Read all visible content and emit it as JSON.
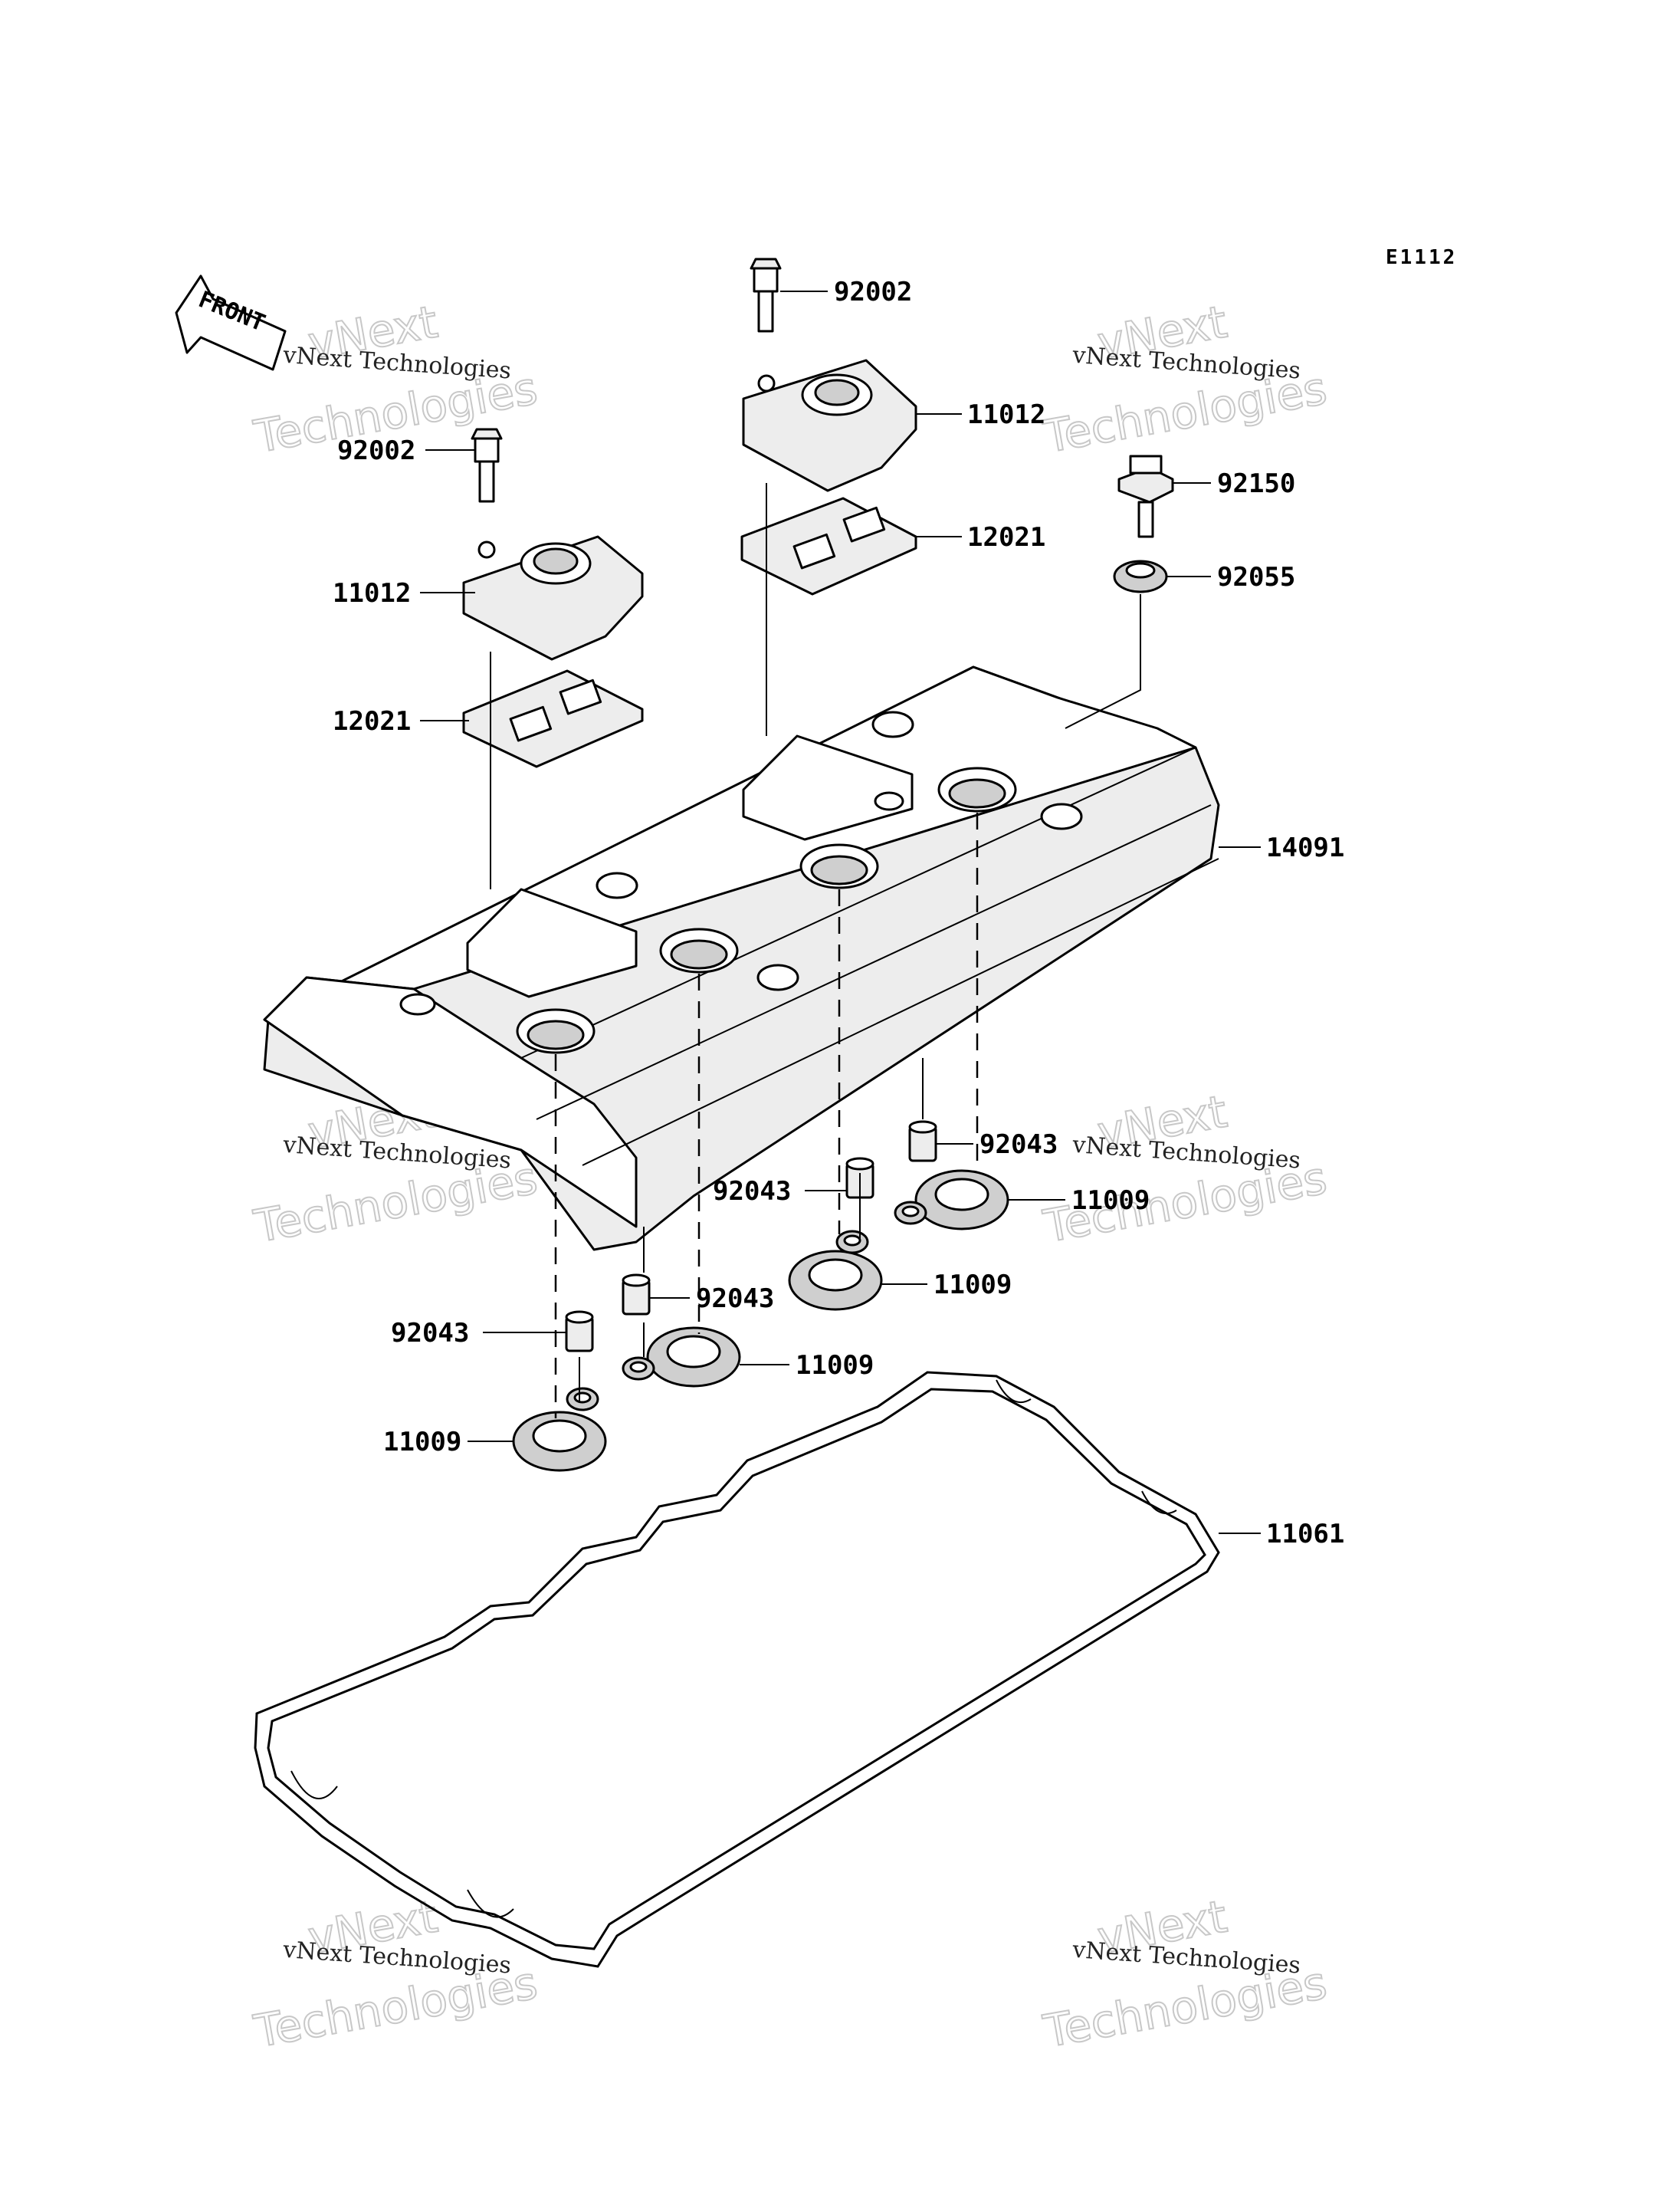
{
  "diagram_code": "E1112",
  "front_label": "FRONT",
  "watermark": {
    "line1": "vNext Technologies",
    "line2": "vNext",
    "line3": "Technologies"
  },
  "labels": {
    "bolt_top": "92002",
    "breather_cover_top": "11012",
    "plate_top": "12021",
    "bolt_cap": "92150",
    "grommet": "92055",
    "bolt_left": "92002",
    "breather_cover_left": "11012",
    "plate_left": "12021",
    "cylinder_head_cover": "14091",
    "dowel_right": "92043",
    "gasket_right": "11009",
    "dowel_mid": "92043",
    "gasket_mid": "11009",
    "dowel_center": "92043",
    "gasket_center": "11009",
    "dowel_left": "92043",
    "gasket_left": "11009",
    "head_cover_gasket": "11061"
  }
}
